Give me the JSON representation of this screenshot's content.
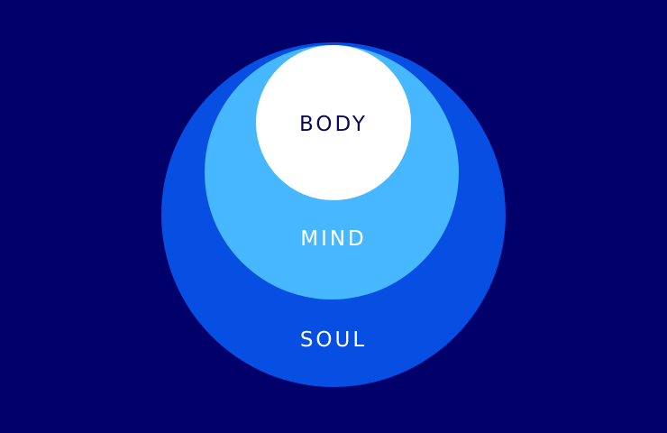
{
  "colors": {
    "background": "#01006B",
    "soul": "#074FE3",
    "mind": "#47B8FF",
    "body": "#FFFFFF",
    "body_text": "#0A0A5C",
    "light_text": "#FFFFFF"
  },
  "circles": [
    {
      "key": "soul",
      "label": "SOUL"
    },
    {
      "key": "mind",
      "label": "MIND"
    },
    {
      "key": "body",
      "label": "BODY"
    }
  ]
}
